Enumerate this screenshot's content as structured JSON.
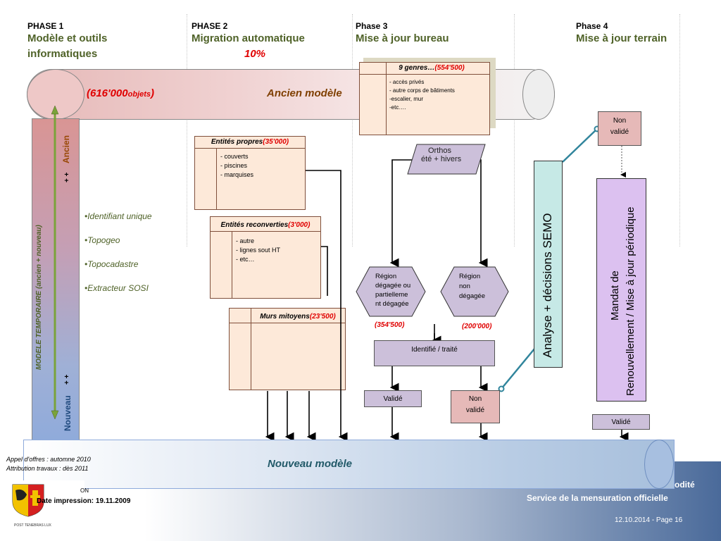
{
  "phases": [
    {
      "num": "PHASE 1",
      "title_line1": "Modèle et outils",
      "title_line2": "informatiques"
    },
    {
      "num": "PHASE 2",
      "title_line1": "Migration automatique",
      "percent": "10%"
    },
    {
      "num": "Phase 3",
      "title_line1": "Mise à jour bureau"
    },
    {
      "num": "Phase 4",
      "title_line1": "Mise à jour terrain"
    }
  ],
  "ancien_pipe": {
    "count": "(616'000",
    "count_suffix": "objets",
    "count_close": ")",
    "label": "Ancien modèle"
  },
  "nouveau_pipe": {
    "label": "Nouveau modèle"
  },
  "temporal_bar": {
    "vertical_label": "MODELE TEMPORAIRE (ancien + nouveau)",
    "ancien": "Ancien",
    "nouveau": "Nouveau",
    "plus_top": "+ +",
    "plus_bottom": "+ +"
  },
  "bullets": [
    "•Identifiant unique",
    "•Topogeo",
    "•Topocadastre",
    "•Extracteur SOSI"
  ],
  "genres_box": {
    "title": "9 genres…",
    "count": "(554'500)",
    "items": [
      "- accès privés",
      "- autre corps de bâtiments",
      "-escalier, mur",
      "-etc…."
    ]
  },
  "entites_propres": {
    "title": "Entités propres",
    "count": "(35'000)",
    "items": [
      "- couverts",
      "- piscines",
      "- marquises"
    ]
  },
  "entites_reconverties": {
    "title": "Entités reconverties",
    "count": "(3'000)",
    "items": [
      "- autre",
      "- lignes sout HT",
      "- etc…"
    ]
  },
  "murs": {
    "title": "Murs mitoyens",
    "count": "(23'500)"
  },
  "orthos": {
    "line1": "Orthos",
    "line2": "été + hivers"
  },
  "region_degagee": {
    "lines": [
      "Région",
      "dégagée ou",
      "partielleme",
      "nt dégagée"
    ],
    "count": "(354'500)"
  },
  "region_non": {
    "lines": [
      "Région",
      "non",
      "dégagée"
    ],
    "count": "(200'000)"
  },
  "identifie": {
    "label": "Identifié  /  traité"
  },
  "valide_1": {
    "label": "Validé"
  },
  "non_valide_1": {
    "line1": "Non",
    "line2": "validé"
  },
  "non_valide_top": {
    "line1": "Non",
    "line2": "validé"
  },
  "valide_2": {
    "label": "Validé"
  },
  "semo": {
    "label": "Analyse + décisions SEMO"
  },
  "mandat": {
    "line1": "Mandat de",
    "line2": "Renouvellement / Mise à jour périodique"
  },
  "footer": {
    "appel": "Appel d'offres : automne 2010",
    "attribution": "Attribution travaux : dès 2011",
    "date_impression": "Date impression: 19.11.2009",
    "canton_fragment": "ON",
    "motto": "POST TENEBRAS LUX",
    "dept_fragment": "odité",
    "service": "Service de la mensuration officielle",
    "page": "12.10.2014 - Page 16"
  },
  "colors": {
    "green": "#4f6228",
    "red": "#e00000",
    "peach": "#fde9d9",
    "purple": "#ccc0da",
    "pink": "#e6b9b8",
    "cyan": "#c6e9e6",
    "lavender": "#dcc1f0"
  }
}
